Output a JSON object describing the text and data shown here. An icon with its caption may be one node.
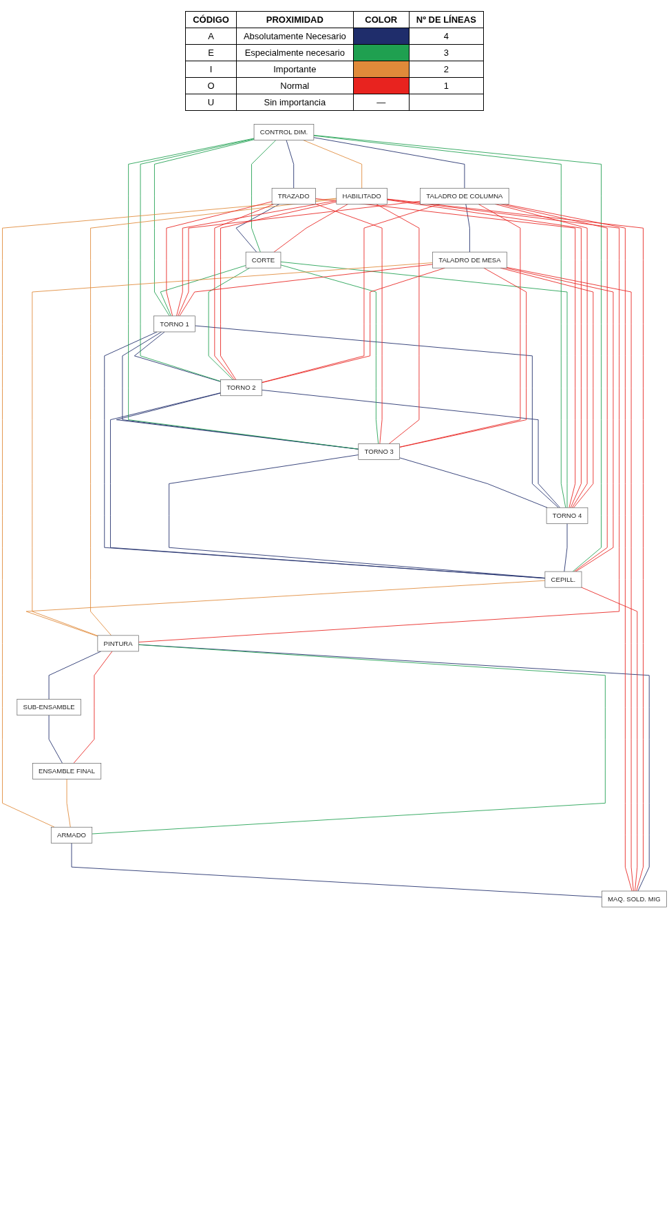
{
  "diagram": {
    "nodes": [
      {
        "text": [
          "CONTROL DIM."
        ]
      },
      {
        "text": [
          "TRAZADO"
        ]
      },
      {
        "text": [
          "CORTE"
        ]
      },
      {
        "text": [
          "HABILITADO"
        ]
      },
      {
        "text": [
          "TORNO 1"
        ]
      },
      {
        "text": [
          "TORNO 2"
        ]
      },
      {
        "text": [
          "TORNO 3"
        ]
      },
      {
        "text": [
          "TORNO 4"
        ]
      },
      {
        "text": [
          "ENSAMBLE FINAL"
        ]
      },
      {
        "text": [
          "SUB-ENSAMBLE"
        ]
      },
      {
        "text": [
          "CEPILL."
        ]
      },
      {
        "text": [
          "TALADRO DE COLUMNA"
        ]
      },
      {
        "text": [
          "TALADRO DE MESA"
        ]
      },
      {
        "text": [
          "PINTURA"
        ]
      },
      {
        "text": [
          "ARMADO"
        ]
      },
      {
        "text": [
          "MAQ. SOLD. MIG"
        ]
      }
    ],
    "edges": [
      {
        "from": 0,
        "to": 1,
        "arrow": "none",
        "color": "#1f2d6b"
      },
      {
        "from": 1,
        "to": 2,
        "arrow": "none",
        "color": "#1f2d6b"
      },
      {
        "from": 4,
        "to": 5,
        "arrow": "none",
        "color": "#1f2d6b"
      },
      {
        "from": 5,
        "to": 6,
        "arrow": "none",
        "color": "#1f2d6b"
      },
      {
        "from": 6,
        "to": 7,
        "arrow": "none",
        "color": "#1f2d6b"
      },
      {
        "from": 4,
        "to": 6,
        "arrow": "none",
        "color": "#1f2d6b"
      },
      {
        "from": 4,
        "to": 7,
        "arrow": "none",
        "color": "#1f2d6b"
      },
      {
        "from": 5,
        "to": 7,
        "arrow": "none",
        "color": "#1f2d6b"
      },
      {
        "from": 4,
        "to": 10,
        "arrow": "none",
        "color": "#1f2d6b"
      },
      {
        "from": 5,
        "to": 10,
        "arrow": "none",
        "color": "#1f2d6b"
      },
      {
        "from": 6,
        "to": 10,
        "arrow": "none",
        "color": "#1f2d6b"
      },
      {
        "from": 7,
        "to": 10,
        "arrow": "none",
        "color": "#1f2d6b"
      },
      {
        "from": 0,
        "to": 11,
        "arrow": "none",
        "color": "#1f2d6b"
      },
      {
        "from": 11,
        "to": 12,
        "arrow": "none",
        "color": "#1f2d6b"
      },
      {
        "from": 14,
        "to": 15,
        "arrow": "none",
        "color": "#1f2d6b"
      },
      {
        "from": 15,
        "to": 13,
        "arrow": "none",
        "color": "#1f2d6b"
      },
      {
        "from": 13,
        "to": 9,
        "arrow": "none",
        "color": "#1f2d6b"
      },
      {
        "from": 9,
        "to": 8,
        "arrow": "none",
        "color": "#1f2d6b"
      },
      {
        "from": 0,
        "to": 2,
        "arrow": "none",
        "color": "#1fa050"
      },
      {
        "from": 0,
        "to": 4,
        "arrow": "none",
        "color": "#1fa050"
      },
      {
        "from": 0,
        "to": 5,
        "arrow": "none",
        "color": "#1fa050"
      },
      {
        "from": 0,
        "to": 6,
        "arrow": "none",
        "color": "#1fa050"
      },
      {
        "from": 0,
        "to": 7,
        "arrow": "none",
        "color": "#1fa050"
      },
      {
        "from": 0,
        "to": 10,
        "arrow": "none",
        "color": "#1fa050"
      },
      {
        "from": 2,
        "to": 4,
        "arrow": "none",
        "color": "#1fa050"
      },
      {
        "from": 2,
        "to": 5,
        "arrow": "none",
        "color": "#1fa050"
      },
      {
        "from": 2,
        "to": 6,
        "arrow": "none",
        "color": "#1fa050"
      },
      {
        "from": 2,
        "to": 7,
        "arrow": "none",
        "color": "#1fa050"
      },
      {
        "from": 14,
        "to": 13,
        "arrow": "none",
        "color": "#1fa050"
      },
      {
        "from": 0,
        "to": 3,
        "arrow": "none",
        "color": "#e08a3a"
      },
      {
        "from": 10,
        "to": 13,
        "arrow": "none",
        "color": "#e08a3a"
      },
      {
        "from": 12,
        "to": 13,
        "arrow": "none",
        "color": "#e08a3a"
      },
      {
        "from": 3,
        "to": 14,
        "arrow": "none",
        "color": "#e08a3a"
      },
      {
        "from": 3,
        "to": 13,
        "arrow": "none",
        "color": "#e08a3a"
      },
      {
        "from": 8,
        "to": 14,
        "arrow": "none",
        "color": "#e08a3a"
      },
      {
        "from": 1,
        "to": 4,
        "arrow": "none"
      },
      {
        "from": 1,
        "to": 5,
        "arrow": "none"
      },
      {
        "from": 1,
        "to": 6,
        "arrow": "none"
      },
      {
        "from": 1,
        "to": 7,
        "arrow": "none"
      },
      {
        "from": 3,
        "to": 2,
        "arrow": "none"
      },
      {
        "from": 3,
        "to": 4,
        "arrow": "none"
      },
      {
        "from": 3,
        "to": 5,
        "arrow": "none"
      },
      {
        "from": 3,
        "to": 6,
        "arrow": "none"
      },
      {
        "from": 3,
        "to": 7,
        "arrow": "none"
      },
      {
        "from": 11,
        "to": 4,
        "arrow": "none"
      },
      {
        "from": 11,
        "to": 5,
        "arrow": "none"
      },
      {
        "from": 11,
        "to": 6,
        "arrow": "none"
      },
      {
        "from": 11,
        "to": 7,
        "arrow": "none"
      },
      {
        "from": 11,
        "to": 10,
        "arrow": "none"
      },
      {
        "from": 12,
        "to": 4,
        "arrow": "none"
      },
      {
        "from": 12,
        "to": 5,
        "arrow": "none"
      },
      {
        "from": 12,
        "to": 6,
        "arrow": "none"
      },
      {
        "from": 12,
        "to": 7,
        "arrow": "none"
      },
      {
        "from": 12,
        "to": 10,
        "arrow": "none"
      },
      {
        "from": 11,
        "to": 15,
        "arrow": "none"
      },
      {
        "from": 12,
        "to": 15,
        "arrow": "none"
      },
      {
        "from": 10,
        "to": 15,
        "arrow": "none"
      },
      {
        "from": 3,
        "to": 15,
        "arrow": "none"
      },
      {
        "from": 3,
        "to": 13,
        "arrow": "none"
      },
      {
        "from": 8,
        "to": 13,
        "arrow": "none"
      }
    ],
    "labels": [
      "CÓDIGO",
      "PROXIMIDAD",
      "COLOR",
      "Nº DE LÍNEAS",
      "A",
      "4",
      "E",
      "3",
      "I",
      "2",
      "O",
      "1",
      "U",
      "Sin importancia",
      "—"
    ],
    "legend": [
      {
        "text": "Absolutamente Necesario",
        "color": "#1f2d6b"
      },
      {
        "text": "Especialmente necesario",
        "color": "#1fa050"
      },
      {
        "text": "Importante",
        "color": "#e08a3a"
      },
      {
        "text": "Normal",
        "color": "#e8231f"
      }
    ]
  }
}
